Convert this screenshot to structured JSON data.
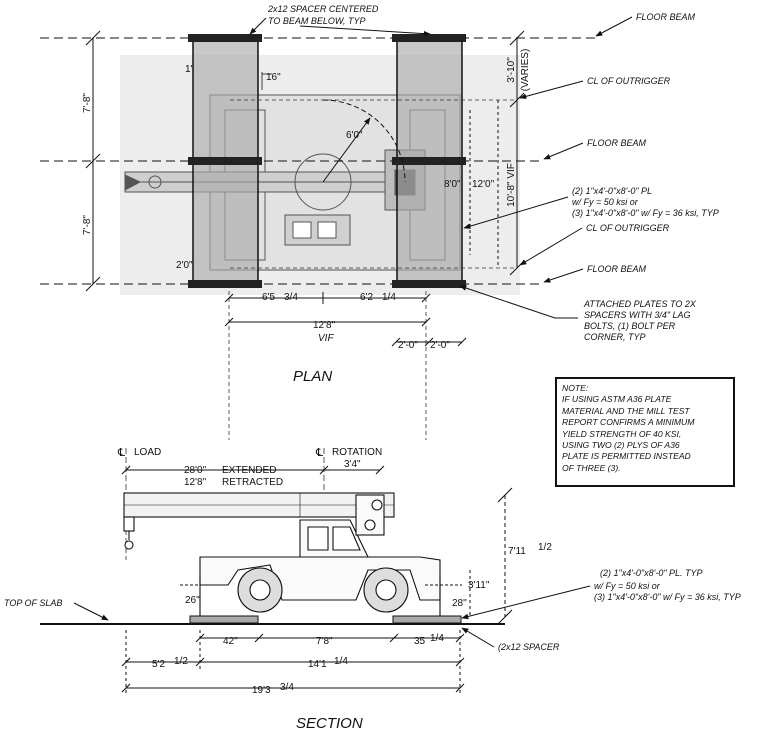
{
  "plan": {
    "title": "PLAN",
    "callouts": {
      "spacer_line1": "2x12 SPACER CENTERED",
      "spacer_line2": "TO BEAM BELOW, TYP",
      "floor_beam_top": "FLOOR BEAM",
      "cl_outrigger_top": "CL OF OUTRIGGER",
      "floor_beam_mid": "FLOOR BEAM",
      "plates_line1": "(2) 1\"x4'-0\"x8'-0\" PL",
      "plates_line2": "w/ Fy = 50 ksi or",
      "plates_line3": "(3) 1\"x4'-0\"x8'-0\" w/ Fy = 36 ksi, TYP",
      "cl_outrigger_bottom": "CL OF OUTRIGGER",
      "floor_beam_bottom": "FLOOR BEAM",
      "attached_line1": "ATTACHED PLATES TO 2X",
      "attached_line2": "SPACERS WITH 3/4\" LAG",
      "attached_line3": "BOLTS, (1) BOLT PER",
      "attached_line4": "CORNER, TYP"
    },
    "dims": {
      "left_upper": "7'-8\"",
      "left_lower": "7'-8\"",
      "varies": "3'-10\"",
      "varies_note": "(VARIES)",
      "vif_right": "10'-8\" VIF",
      "twelve": "12'0\"",
      "eight": "8'0\"",
      "six": "6'0\"",
      "one": "1\"",
      "sixteen": "16\"",
      "two": "2'0\"",
      "six_five": "6'5",
      "six_two": "6'2",
      "three_quarter": "3/4",
      "one_quarter": "1/4",
      "twelve_eight": "12'8\"",
      "vif": "VIF",
      "two_ft_a": "2'-0\"",
      "two_ft_b": "2'-0\""
    }
  },
  "note": {
    "lines": [
      "NOTE:",
      "IF USING ASTM A36 PLATE",
      "MATERIAL AND THE MILL TEST",
      "REPORT CONFIRMS A MINIMUM",
      "YIELD STRENGTH OF 40 KSI,",
      "USING TWO (2) PLYS OF A36",
      "PLATE IS PERMITTED INSTEAD",
      "OF THREE (3)."
    ]
  },
  "section": {
    "title": "SECTION",
    "callouts": {
      "cl_load": "LOAD",
      "cl_rotation": "ROTATION",
      "extended": "EXTENDED",
      "retracted": "RETRACTED",
      "top_of_slab": "TOP OF SLAB",
      "pl_line1": "(2) 1\"x4'-0\"x8'-0\" PL. TYP",
      "pl_line2": "w/ Fy = 50 ksi or",
      "pl_line3": "(3) 1\"x4'-0\"x8'-0\" w/ Fy = 36 ksi, TYP",
      "spacer": "(2x12 SPACER"
    },
    "dims": {
      "twenty_eight": "28'0\"",
      "twelve_eight": "12'8\"",
      "three_four": "3'4\"",
      "seven_eleven": "7'11",
      "half_a": "1/2",
      "three_eleven": "3'11\"",
      "twenty_six": "26\"",
      "twenty_eight_in": "28\"",
      "forty_two": "42\"",
      "seven_eight": "7'8\"",
      "thirty_five": "35",
      "quarter_a": "1/4",
      "five_two": "5'2",
      "half_b": "1/2",
      "fourteen_one": "14'1",
      "quarter_b": "1/4",
      "nineteen_three": "19'3",
      "three_quarter": "3/4"
    }
  }
}
